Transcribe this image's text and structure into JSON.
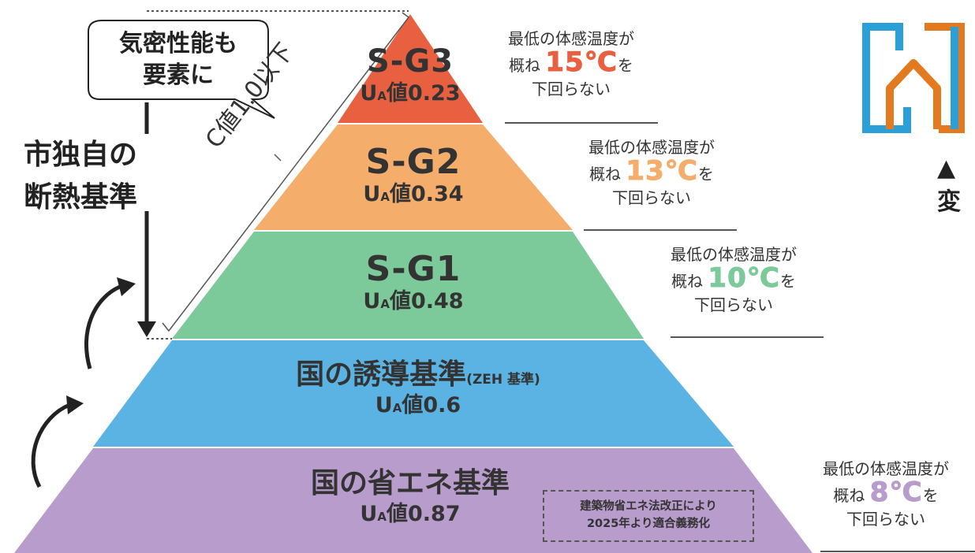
{
  "bubble": {
    "line1": "気密性能も",
    "line2": "要素に"
  },
  "side_label": {
    "line1": "市独自の",
    "line2": "断熱基準"
  },
  "c_value_label": "C値1.0以下",
  "tiers": [
    {
      "id": "sg3",
      "name": "S-G3",
      "ua_prefix": "U",
      "ua_sub": "A",
      "ua_text": "値0.23",
      "color": "#e8603f"
    },
    {
      "id": "sg2",
      "name": "S-G2",
      "ua_prefix": "U",
      "ua_sub": "A",
      "ua_text": "値0.34",
      "color": "#f4ad6b"
    },
    {
      "id": "sg1",
      "name": "S-G1",
      "ua_prefix": "U",
      "ua_sub": "A",
      "ua_text": "値0.48",
      "color": "#7cc99a"
    },
    {
      "id": "zeh",
      "name": "国の誘導基準",
      "name_suffix": "(ZEH 基準)",
      "ua_prefix": "U",
      "ua_sub": "A",
      "ua_text": "値0.6",
      "color": "#5ab3e3"
    },
    {
      "id": "energy",
      "name": "国の省エネ基準",
      "ua_prefix": "U",
      "ua_sub": "A",
      "ua_text": "値0.87",
      "color": "#b89ccb"
    }
  ],
  "legal_note": {
    "line1": "建築物省エネ法改正により",
    "line2": "2025年より適合義務化"
  },
  "notes": [
    {
      "line1": "最低の体感温度が",
      "pre": "概ね",
      "temp": "15℃",
      "post": "を",
      "line3": "下回らない",
      "color": "#e8603f"
    },
    {
      "line1": "最低の体感温度が",
      "pre": "概ね",
      "temp": "13℃",
      "post": "を",
      "line3": "下回らない",
      "color": "#f4ad6b"
    },
    {
      "line1": "最低の体感温度が",
      "pre": "概ね",
      "temp": "10℃",
      "post": "を",
      "line3": "下回らない",
      "color": "#7cc99a"
    },
    {
      "line1": "最低の体感温度が",
      "pre": "概ね",
      "temp": "8℃",
      "post": "を",
      "line3": "下回らない",
      "color": "#b89ccb"
    }
  ],
  "logo": {
    "colors": {
      "blue": "#2a9fd8",
      "orange": "#e37a1f"
    }
  },
  "cutoff_text": "▲変"
}
